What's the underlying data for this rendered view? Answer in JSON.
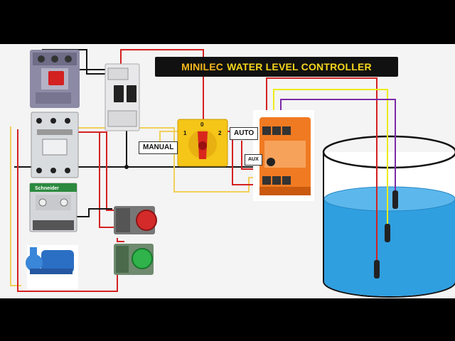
{
  "title": {
    "part1": "MINILEC",
    "part2": "WATER LEVEL CONTROLLER"
  },
  "labels": {
    "manual": "MANUAL",
    "auto": "AUTO",
    "aux": "AUX"
  },
  "selector_switch": {
    "positions": [
      "1",
      "0",
      "2"
    ]
  },
  "contactor": {
    "brand": "Schneider"
  },
  "colors": {
    "background": "#000000",
    "panel": "#f4f4f4",
    "wire_red": "#d42121",
    "wire_yellow": "#f2cf5a",
    "wire_black": "#151515",
    "wire_purple": "#7c2aa8",
    "wire_bright_yellow": "#ecec1a",
    "water": "#2f9fe0",
    "controller_orange": "#f07a22",
    "switch_yellow": "#f5c518",
    "switch_red": "#d9261c",
    "button_red": "#d42a2a",
    "button_green": "#2fb34a"
  },
  "icons": {
    "mpcb": "motor-protection-breaker-icon",
    "mcb": "miniature-circuit-breaker-icon",
    "contactor": "contactor-icon",
    "overload_relay": "overload-relay-icon",
    "pump": "water-pump-icon",
    "stop_button": "red-push-button-icon",
    "start_button": "green-push-button-icon",
    "selector": "rotary-selector-switch-icon",
    "controller": "water-level-controller-icon",
    "tank": "water-tank-icon",
    "probe": "level-probe-icon"
  }
}
